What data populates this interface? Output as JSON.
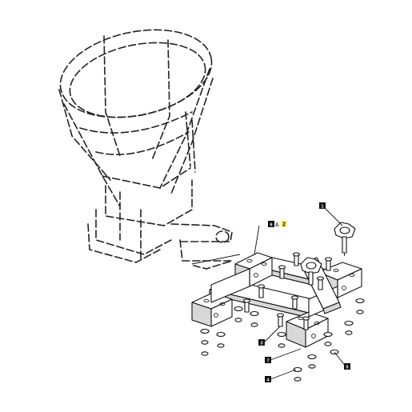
{
  "callouts": [
    {
      "id": "c1",
      "label": "1"
    },
    {
      "id": "c3",
      "label": "3"
    },
    {
      "id": "c4",
      "label": "4"
    },
    {
      "id": "c5",
      "label": "5"
    },
    {
      "id": "c6",
      "label": "6"
    },
    {
      "id": "c7",
      "label": "7"
    }
  ],
  "combo_callout": {
    "first": "6",
    "joiner": "&",
    "second": "2"
  },
  "colors": {
    "highlight": "#fff35a",
    "line": "#111111"
  }
}
